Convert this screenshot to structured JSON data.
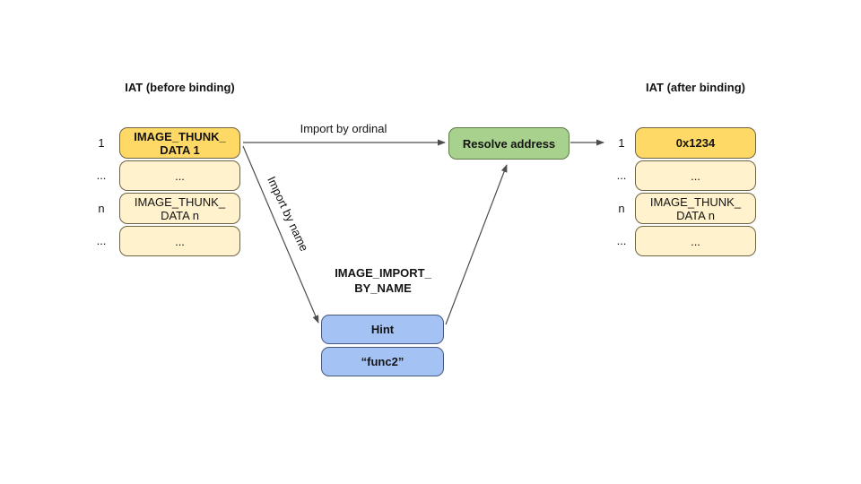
{
  "colors": {
    "gold": "#ffd966",
    "pale": "#fff2cc",
    "blue": "#a4c2f4",
    "green": "#a9d18e",
    "yellow_border": "#6f6345",
    "blue_border": "#45597e",
    "green_border": "#5d7a49",
    "arrow": "#4d4d4d"
  },
  "left_table": {
    "title": "IAT (before binding)",
    "row_labels": [
      "1",
      "...",
      "n",
      "..."
    ],
    "rows": [
      {
        "text": "IMAGE_THUNK_DATA 1"
      },
      {
        "text": "..."
      },
      {
        "text": "IMAGE_THUNK_DATA n"
      },
      {
        "text": "..."
      }
    ]
  },
  "right_table": {
    "title": "IAT (after binding)",
    "row_labels": [
      "1",
      "...",
      "n",
      "..."
    ],
    "rows": [
      {
        "text": "0x1234"
      },
      {
        "text": "..."
      },
      {
        "text": "IMAGE_THUNK_DATA n"
      },
      {
        "text": "..."
      }
    ]
  },
  "resolve_box": {
    "label": "Resolve address"
  },
  "import_by_name_struct": {
    "title": "IMAGE_IMPORT_BY_NAME",
    "rows": [
      {
        "text": "Hint"
      },
      {
        "text": "“func2”"
      }
    ]
  },
  "edges": {
    "ordinal_label": "Import by ordinal",
    "name_label": "Import by name"
  }
}
